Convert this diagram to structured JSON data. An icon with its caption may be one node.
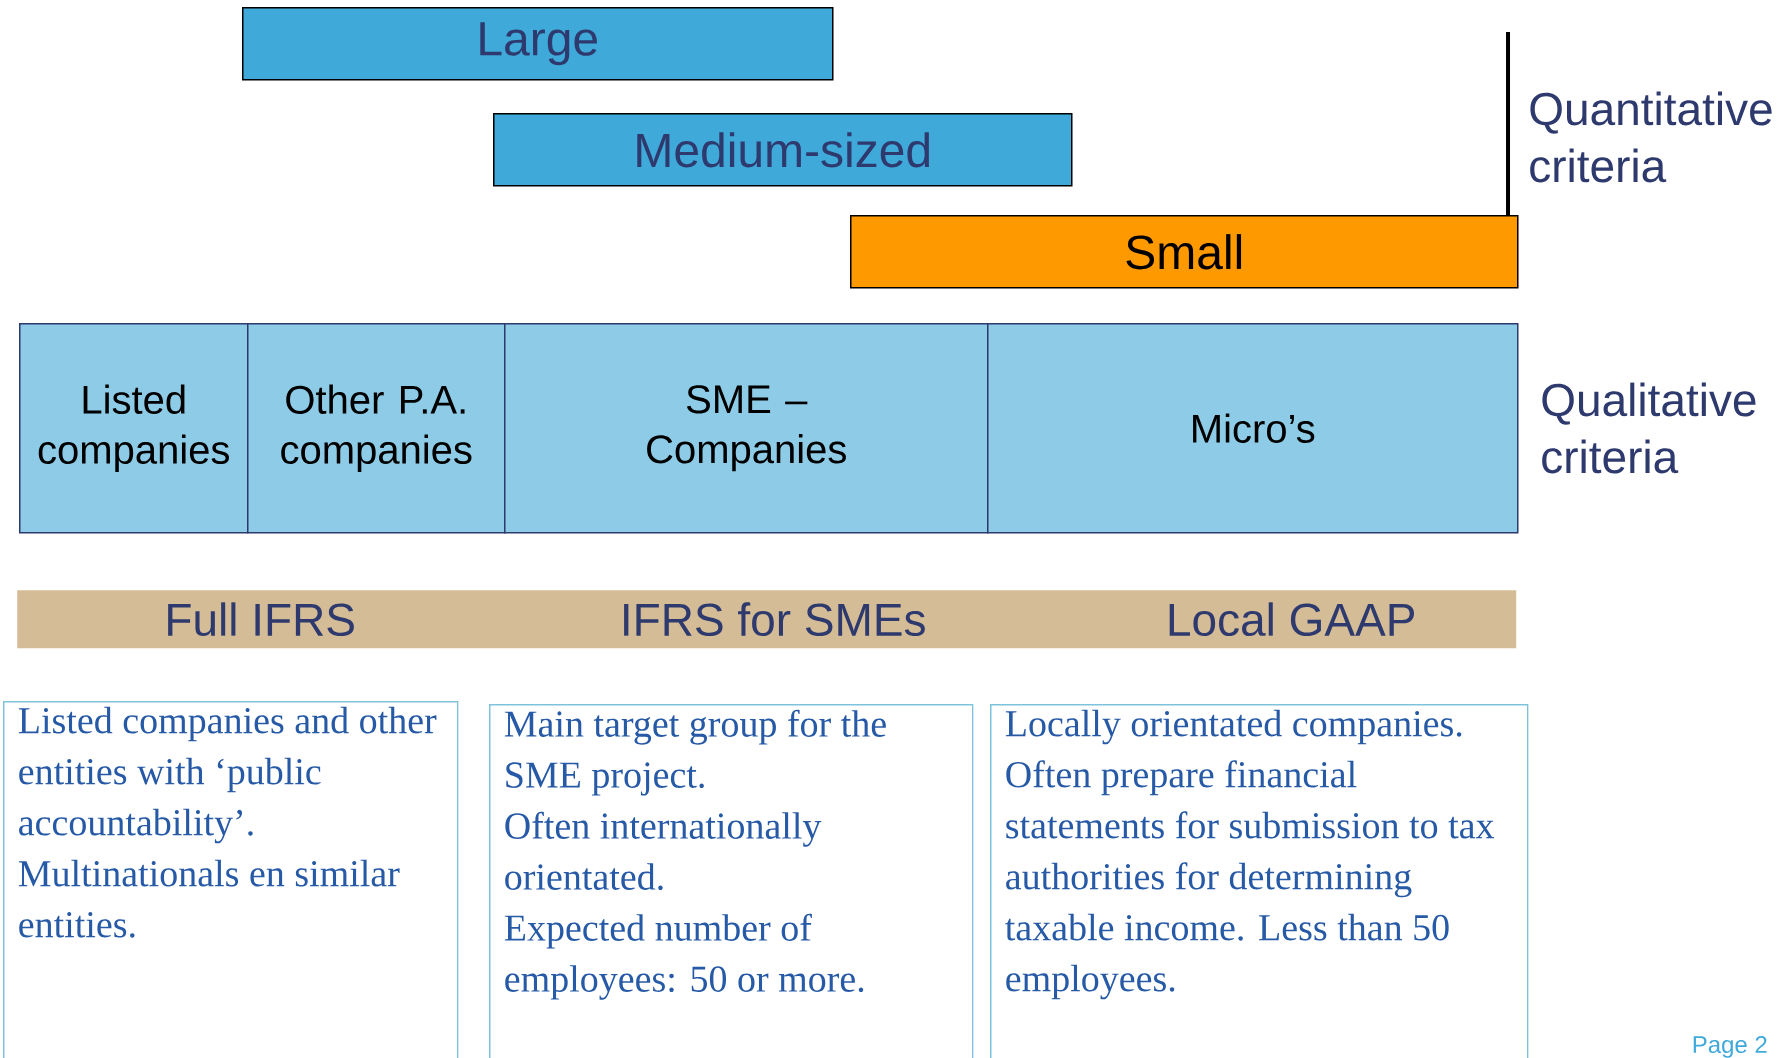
{
  "diagram": {
    "nodes": [
      {
        "text": [
          "Large"
        ]
      },
      {
        "text": [
          "Medium-sized"
        ]
      },
      {
        "text": [
          "Small"
        ]
      },
      {
        "text": [
          "Listed companies"
        ]
      },
      {
        "text": [
          "Other P.A. companies"
        ]
      },
      {
        "text": [
          "SME – Companies"
        ]
      },
      {
        "text": [
          "Micro’s"
        ]
      },
      {
        "text": [
          "Full IFRS",
          "IFRS for SMEs",
          "Local GAAP"
        ]
      },
      {
        "text": [
          "Listed companies and other entities with ‘public accountability’. Multinationals en similar entities."
        ]
      },
      {
        "text": [
          "Main target group for the SME project.",
          "Often internationally orientated.",
          "Expected number of employees: 50 or more."
        ]
      },
      {
        "text": [
          "Locally orientated companies. Often prepare financial statements for submission to tax authorities for determining taxable income. Less than 50 employees."
        ]
      }
    ],
    "labels": [
      "Quantitative criteria",
      "Qualitative criteria",
      "Page 2"
    ]
  }
}
